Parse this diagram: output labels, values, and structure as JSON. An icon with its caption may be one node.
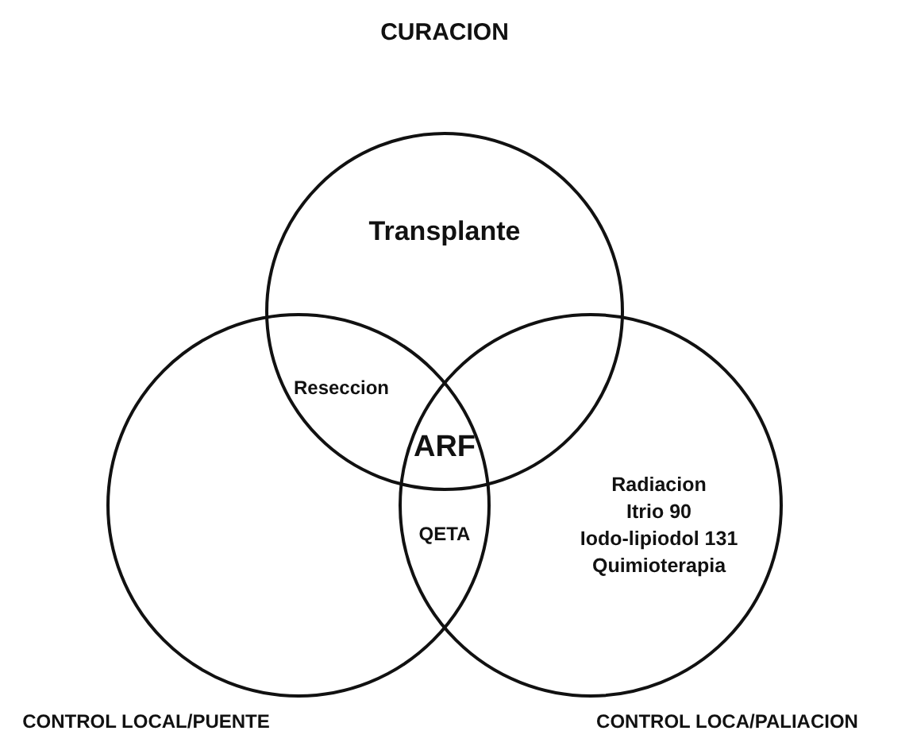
{
  "diagram": {
    "nodes": [
      {
        "text": [
          "CURACION",
          "Transplante"
        ]
      },
      {
        "text": [
          "CONTROL LOCAL/PUENTE"
        ]
      },
      {
        "text": [
          "Radiacion",
          "Itrio 90",
          "Iodo-lipiodol 131",
          "Quimioterapia",
          "CONTROL LOCA/PALIACION"
        ]
      }
    ],
    "edges": [],
    "labels": [
      "Reseccion",
      "ARF",
      "QETA"
    ]
  }
}
